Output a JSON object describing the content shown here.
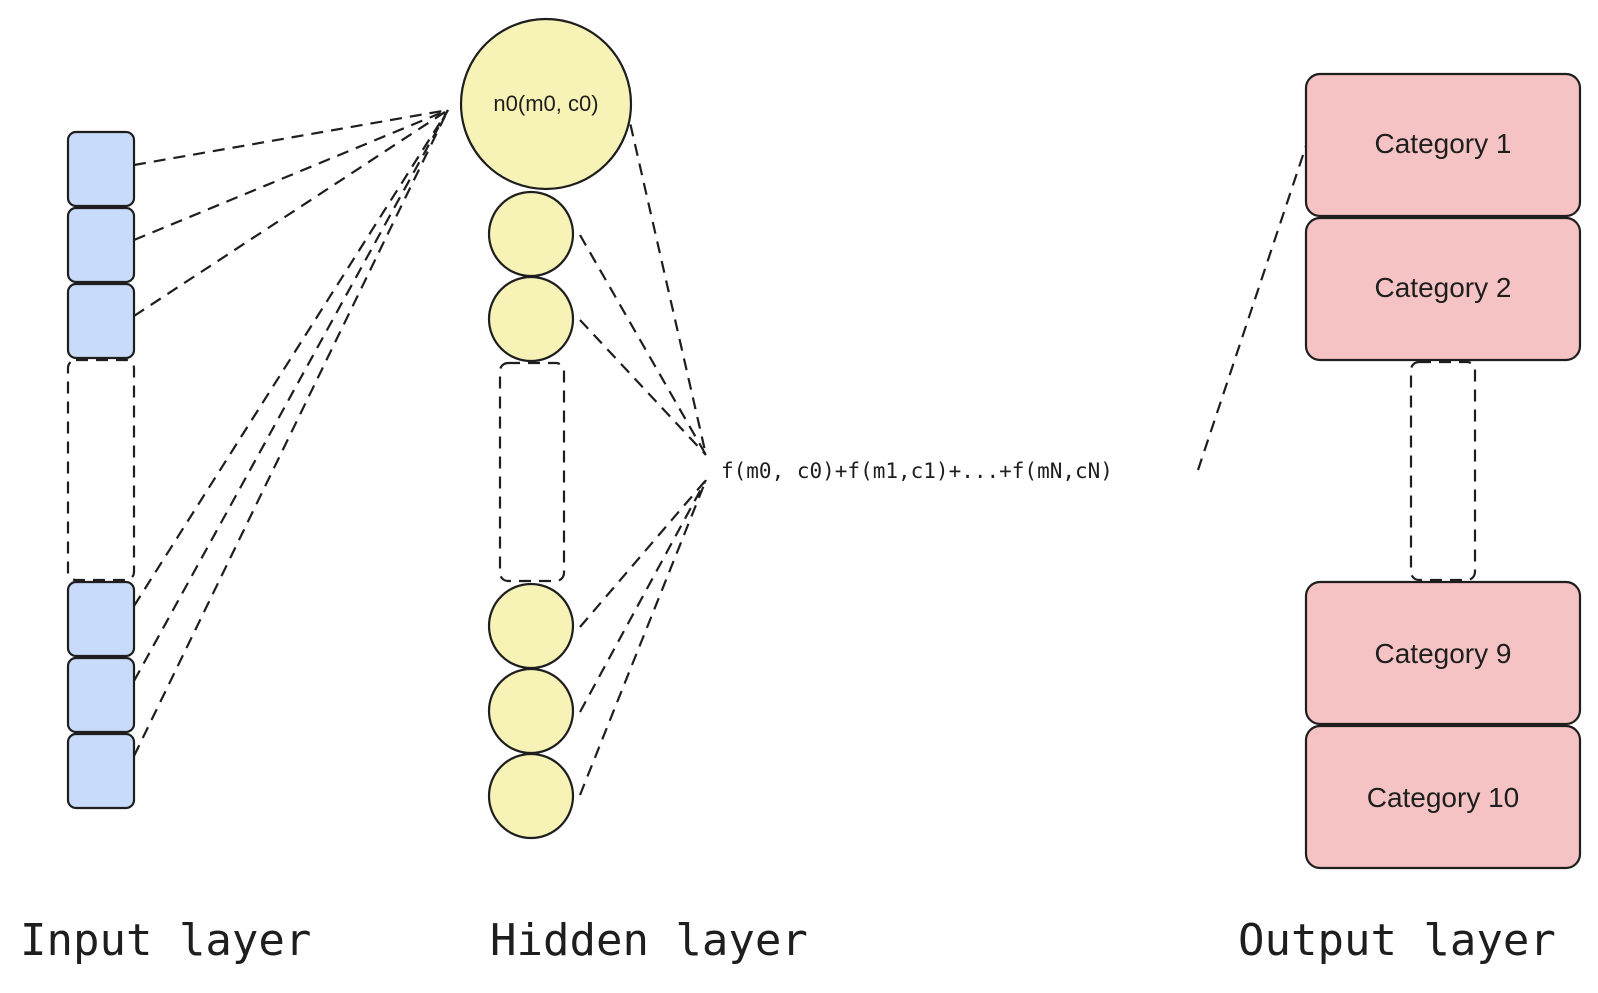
{
  "labels": {
    "input_layer": "Input layer",
    "hidden_layer": "Hidden layer",
    "output_layer": "Output layer",
    "top_neuron": "n0(m0, c0)",
    "sum_formula": "f(m0, c0)+f(m1,c1)+...+f(mN,cN)"
  },
  "categories": [
    "Category 1",
    "Category 2",
    "Category 9",
    "Category 10"
  ],
  "colors": {
    "input_fill": "#c8dbfa",
    "hidden_fill": "#f7f3b6",
    "output_fill": "#f6c3c4",
    "stroke": "#1e1e1e"
  }
}
